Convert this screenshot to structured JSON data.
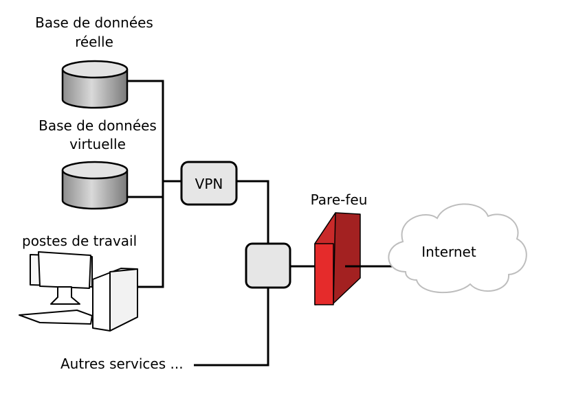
{
  "labels": {
    "db_real_line1": "Base de données",
    "db_real_line2": "réelle",
    "db_virtual_line1": "Base de données",
    "db_virtual_line2": "virtuelle",
    "workstations": "postes de travail",
    "vpn": "VPN",
    "firewall": "Pare-feu",
    "internet": "Internet",
    "other_services": "Autres services ..."
  },
  "colors": {
    "firewall_front": "#e52b2b",
    "firewall_side": "#a32121",
    "node_fill": "#e6e6e6",
    "line": "#000000"
  },
  "icons": {
    "db_real": "database-icon",
    "db_virtual": "database-icon",
    "workstations": "desktop-computer-icon",
    "firewall": "firewall-icon",
    "internet": "cloud-icon",
    "switch": "network-switch-icon"
  }
}
